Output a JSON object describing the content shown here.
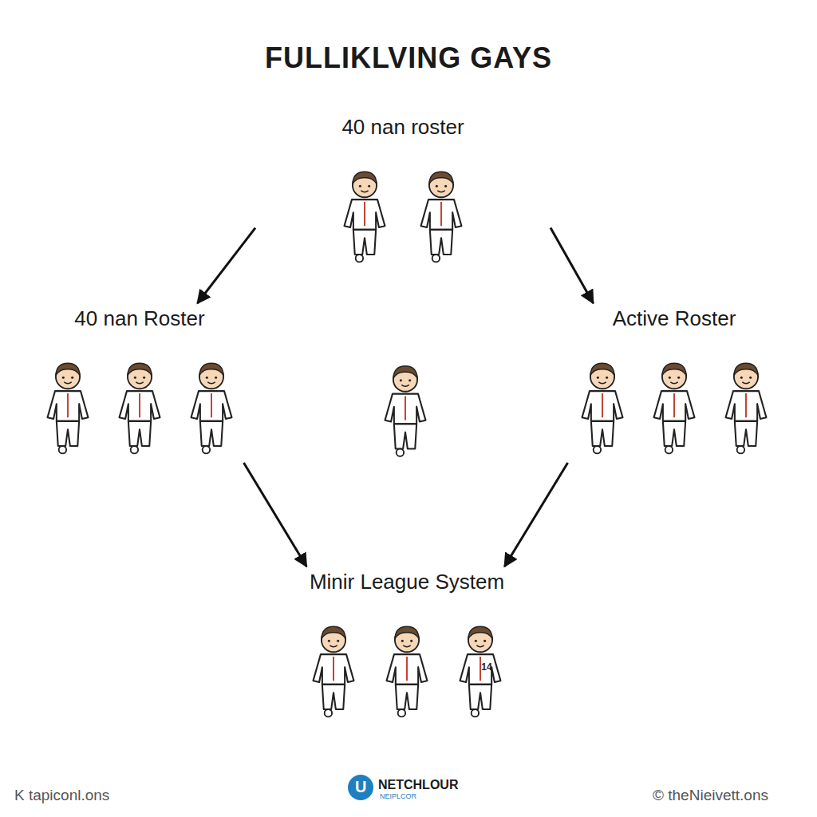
{
  "diagram": {
    "title": "FULLIKLVING GAYS",
    "nodes": [
      {
        "text": [
          "40 nan roster"
        ]
      },
      {
        "text": [
          "40 nan Roster"
        ]
      },
      {
        "text": [
          "Active Roster"
        ]
      },
      {
        "text": [
          "Minir League System"
        ]
      }
    ],
    "edges": [
      {
        "from": 0,
        "to": 1,
        "arrow": "to"
      },
      {
        "from": 0,
        "to": 2,
        "arrow": "to"
      },
      {
        "from": 1,
        "to": 3,
        "arrow": "to"
      },
      {
        "from": 2,
        "to": 3,
        "arrow": "to"
      }
    ],
    "labels": [
      "14",
      "K tapiconl.ons",
      "U",
      "NETCHLOUR",
      "NEIPLCOR",
      "© theNieivett.ons"
    ]
  }
}
